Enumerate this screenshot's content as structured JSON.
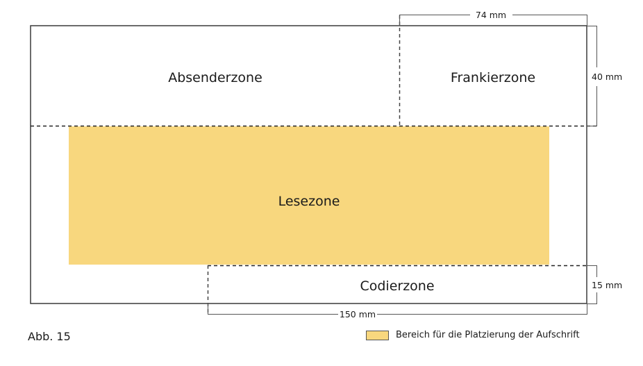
{
  "zones": {
    "absender": "Absenderzone",
    "frankier": "Frankierzone",
    "lese": "Lesezone",
    "codier": "Codierzone"
  },
  "dimensions": {
    "frankier_width": "74 mm",
    "frankier_height": "40 mm",
    "codier_height": "15 mm",
    "codier_width": "150 mm"
  },
  "caption": "Abb. 15",
  "legend": {
    "label": "Bereich für die Platzierung der Aufschrift",
    "color": "#f8d77e"
  },
  "colors": {
    "outline": "#3a3a3a",
    "dim_line": "#555555",
    "highlight": "#f8d77e"
  }
}
